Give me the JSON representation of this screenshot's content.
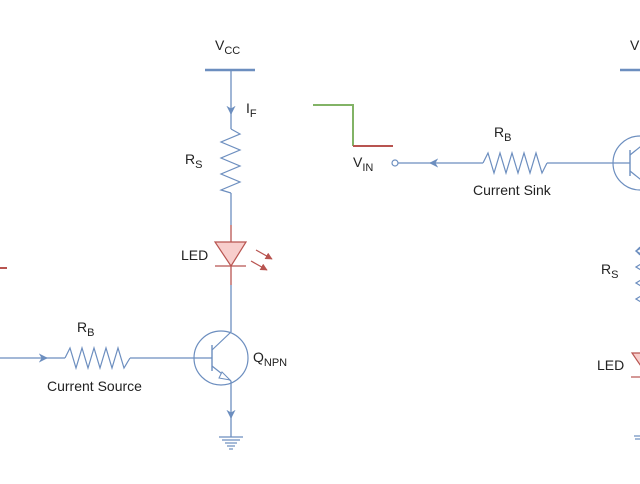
{
  "colors": {
    "wire": "#6c8ebf",
    "led": "#b85450",
    "led_fill": "#f8cecc",
    "high": "#82b366",
    "low": "#b85450"
  },
  "left_circuit": {
    "vcc": {
      "main": "V",
      "sub": "CC"
    },
    "current": {
      "main": "I",
      "sub": "F"
    },
    "rs": {
      "main": "R",
      "sub": "S"
    },
    "led": "LED",
    "rb": {
      "main": "R",
      "sub": "B"
    },
    "caption": "Current Source",
    "transistor": {
      "main": "Q",
      "sub": "NPN"
    }
  },
  "right_circuit": {
    "vcc": {
      "main": "V"
    },
    "vin": {
      "main": "V",
      "sub": "IN"
    },
    "rb": {
      "main": "R",
      "sub": "B"
    },
    "caption": "Current Sink",
    "rs": {
      "main": "R",
      "sub": "S"
    },
    "led": "LED"
  }
}
